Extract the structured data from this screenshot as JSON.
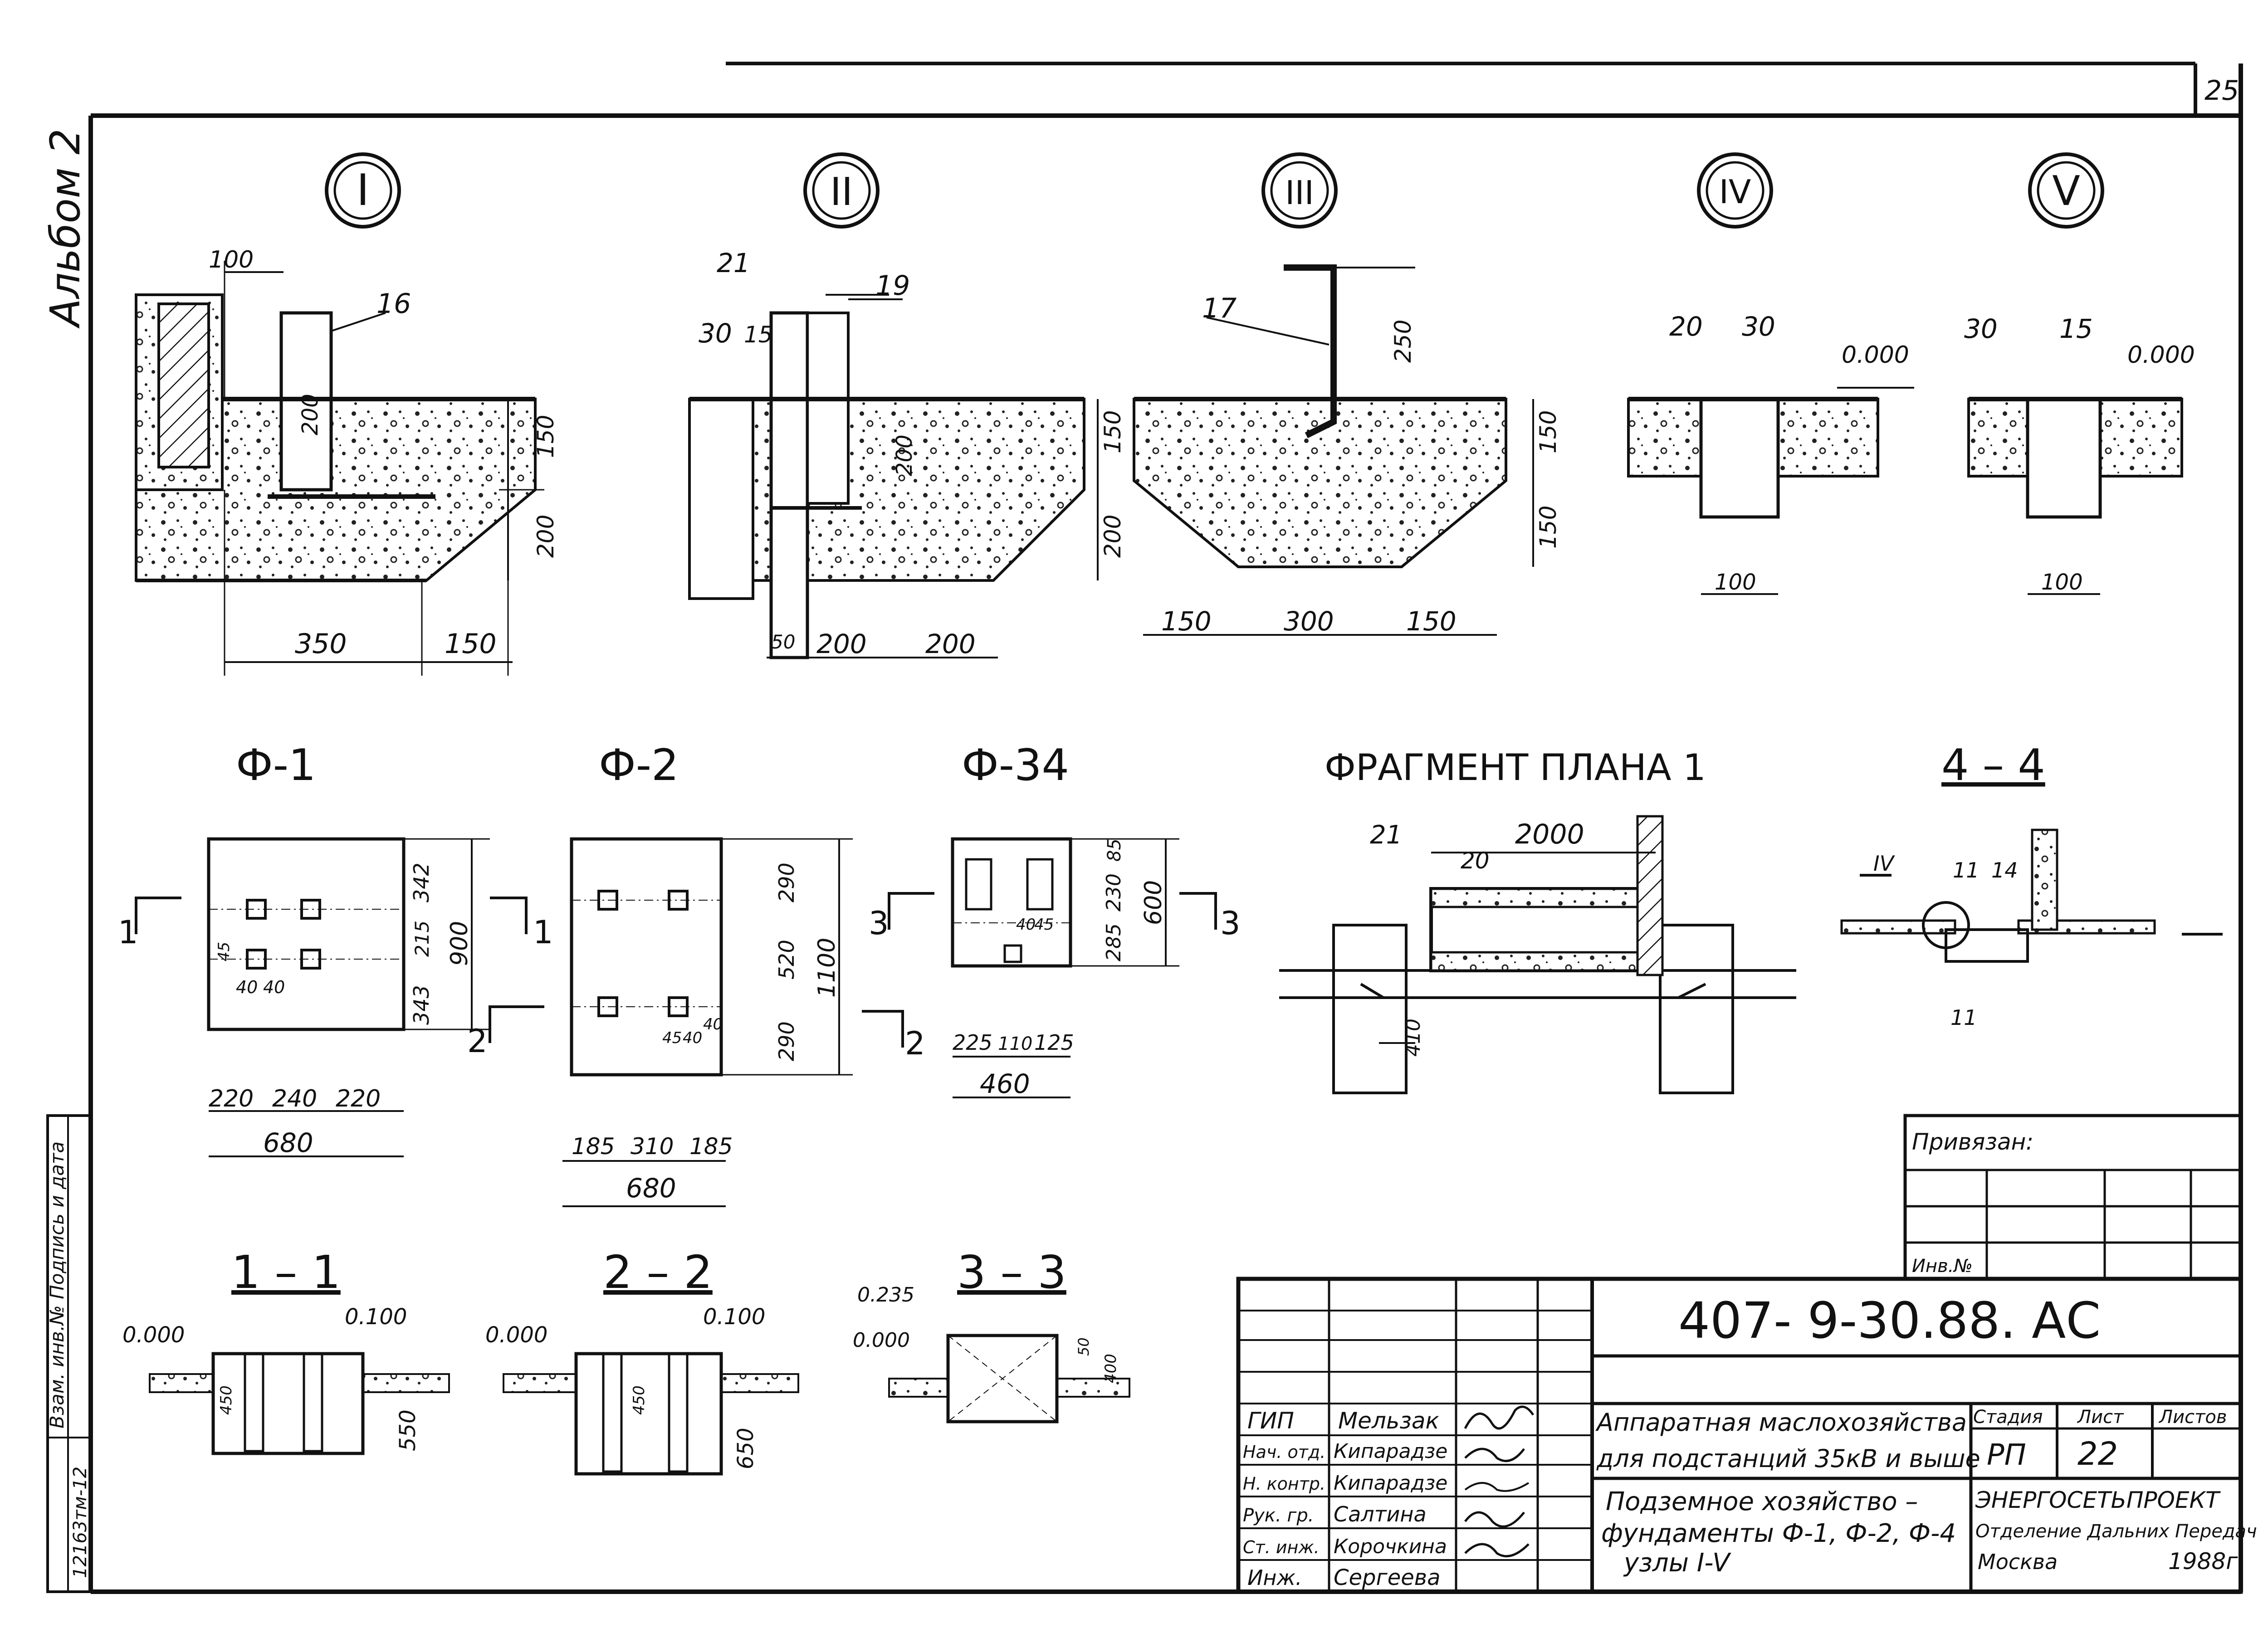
{
  "page": {
    "number": "25",
    "album": "Альбом 2",
    "side_stamp_left": "12163тм-12",
    "side_stamp_right": "Взам. инв.№  Подпись и дата"
  },
  "nodes": [
    {
      "id": "I",
      "dims": {
        "top": "100",
        "depth_a": "200",
        "h1": "150",
        "h2": "200",
        "w1": "350",
        "w2": "150"
      },
      "marks": [
        "16"
      ]
    },
    {
      "id": "II",
      "dims": {
        "d1": "200",
        "h1": "150",
        "h2": "200",
        "w0": "50",
        "w1": "200",
        "w2": "200"
      },
      "marks": [
        "21",
        "19",
        "30",
        "15"
      ]
    },
    {
      "id": "III",
      "dims": {
        "top": "250",
        "h1": "150",
        "h2": "150",
        "w1": "150",
        "w2": "300",
        "w3": "150"
      },
      "marks": [
        "17"
      ]
    },
    {
      "id": "IV",
      "dims": {
        "w": "100"
      },
      "marks": [
        "20",
        "30"
      ],
      "level": "0.000"
    },
    {
      "id": "V",
      "dims": {
        "w": "100"
      },
      "marks": [
        "30",
        "15"
      ],
      "level": "0.000"
    }
  ],
  "foundations": {
    "f1": {
      "title": "Ф-1",
      "dims": {
        "d1": "342",
        "d2": "215",
        "d3": "343",
        "total_h": "900",
        "w1": "220",
        "w2": "240",
        "w3": "220",
        "total_w": "680",
        "bolt": "40",
        "bolt2": "40",
        "edge": "45"
      },
      "cut": "1"
    },
    "f2": {
      "title": "Ф-2",
      "dims": {
        "d1": "290",
        "d2": "520",
        "d3": "290",
        "total_h": "1100",
        "w1": "185",
        "w2": "310",
        "w3": "185",
        "total_w": "680",
        "b1": "45",
        "b2": "40",
        "b3": "40"
      },
      "cut": "2"
    },
    "f34": {
      "title": "Ф-34",
      "dims": {
        "d1": "85",
        "d2": "230",
        "d3": "285",
        "total_h": "600",
        "w1": "225",
        "w2": "110",
        "w3": "125",
        "total_w": "460",
        "b1": "40",
        "b2": "45"
      },
      "cut": "3"
    }
  },
  "fragment": {
    "title": "ФРАГМЕНТ  ПЛАНА 1",
    "dim_top": "2000",
    "dim_side": "410",
    "marks": [
      "21",
      "20"
    ]
  },
  "section44": {
    "title": "4 – 4",
    "marks": [
      "IV",
      "11",
      "14",
      "11"
    ]
  },
  "sections": [
    {
      "title": "1 – 1",
      "level0": "0.000",
      "level1": "0.100",
      "h": "550",
      "h2": "450"
    },
    {
      "title": "2 – 2",
      "level0": "0.000",
      "level1": "0.100",
      "h": "650",
      "h2": "450"
    },
    {
      "title": "3 – 3",
      "level0": "0.000",
      "level1": "0.235",
      "h": "400",
      "h2": "50"
    }
  ],
  "binding": {
    "label": "Привязан:",
    "inv": "Инв.№"
  },
  "title_block": {
    "code": "407- 9-30.88. АС",
    "roles": [
      {
        "role": "ГИП",
        "name": "Мельзак"
      },
      {
        "role": "Нач. отд.",
        "name": "Кипарадзе"
      },
      {
        "role": "Н. контр.",
        "name": "Кипарадзе"
      },
      {
        "role": "Рук. гр.",
        "name": "Салтина"
      },
      {
        "role": "Ст. инж.",
        "name": "Корочкина"
      },
      {
        "role": "Инж.",
        "name": "Сергеева"
      }
    ],
    "project_line1": "Аппаратная маслохозяйства",
    "project_line2": "для подстанций 35кВ и выше",
    "sheet_line1": "Подземное хозяйство –",
    "sheet_line2": "фундаменты Ф-1, Ф-2, Ф-4",
    "sheet_line3": "узлы I-V",
    "stage_label": "Стадия",
    "sheet_label": "Лист",
    "sheets_label": "Листов",
    "stage": "РП",
    "sheet": "22",
    "org1": "ЭНЕРГОСЕТЬПРОЕКТ",
    "org2": "Отделение Дальних Передач",
    "city": "Москва",
    "year": "1988г."
  }
}
